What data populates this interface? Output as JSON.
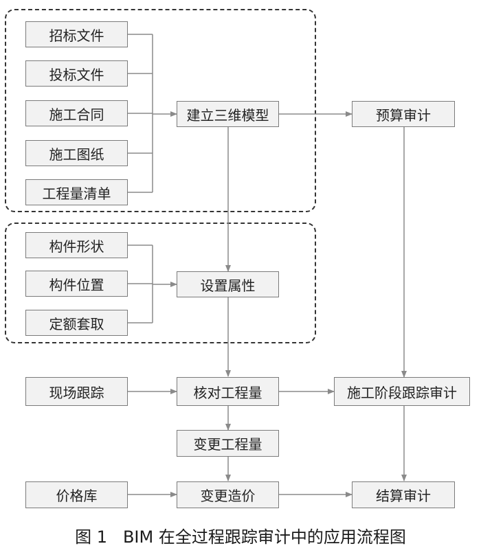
{
  "diagram": {
    "caption": "图 1   BIM 在全过程跟踪审计中的应用流程图",
    "nodes": {
      "zhaobiao": "招标文件",
      "toubiao": "投标文件",
      "hetong": "施工合同",
      "tuzhi": "施工图纸",
      "qingdan": "工程量清单",
      "jianli": "建立三维模型",
      "yusuan": "预算审计",
      "xingzhuang": "构件形状",
      "weizhi": "构件位置",
      "taoqu": "定额套取",
      "shezhi": "设置属性",
      "xianchang": "现场跟踪",
      "hedui": "核对工程量",
      "jieduan": "施工阶段跟踪审计",
      "biangeng_gcl": "变更工程量",
      "jiageku": "价格库",
      "biangeng_zj": "变更造价",
      "jiesuan": "结算审计"
    },
    "colors": {
      "line": "#8a8a8a",
      "box_fill": "#f2f2f2",
      "box_border": "#7a7a7a",
      "group_border": "#333333"
    }
  }
}
